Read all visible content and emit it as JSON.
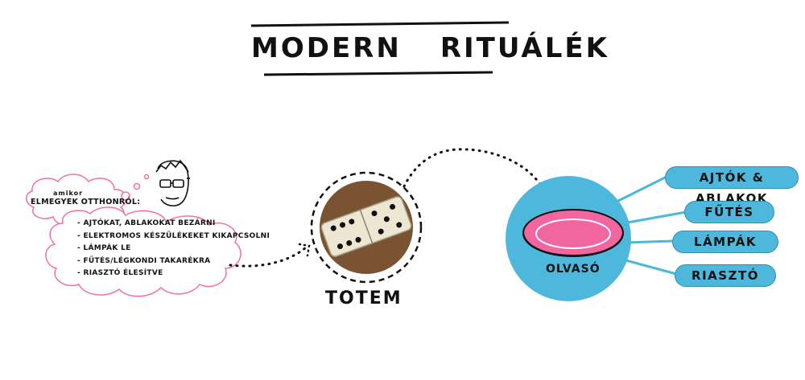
{
  "title": {
    "word1": "MODERN",
    "word2": "RITUÁLÉK"
  },
  "thought": {
    "prefix": "amikor",
    "heading": "ELMEGYEK OTTHONRÓL:",
    "items": [
      "AJTÓKAT, ABLAKOKAT BEZÁRNI",
      "ELEKTROMOS KÉSZÜLÉKEKET KIKAPCSOLNI",
      "LÁMPÁK LE",
      "FŰTÉS/LÉGKONDI TAKARÉKRA",
      "RIASZTÓ ÉLESÍTVE"
    ]
  },
  "totem": {
    "label": "TOTEM"
  },
  "reader": {
    "label": "OLVASÓ"
  },
  "outputs": [
    "AJTÓK & ABLAKOK",
    "FŰTÉS",
    "LÁMPÁK",
    "RIASZTÓ"
  ],
  "colors": {
    "cloud": "#f06fa8",
    "blue": "#4db8dc",
    "pink": "#f2669f",
    "ink": "#111111"
  }
}
